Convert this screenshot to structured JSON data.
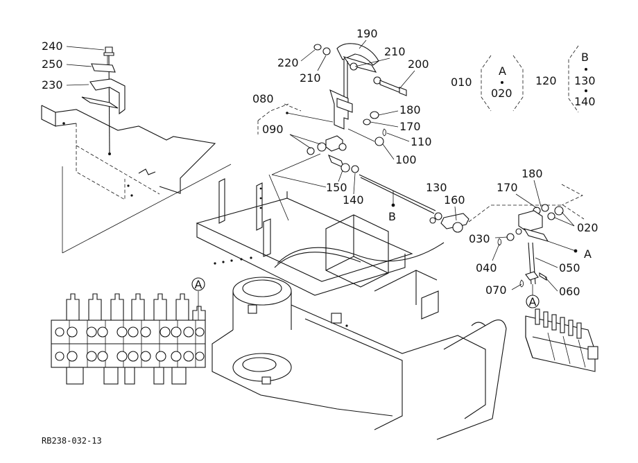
{
  "diagram": {
    "reference_code": "RB238-032-13",
    "part_labels": {
      "p240": "240",
      "p250": "250",
      "p230": "230",
      "p190": "190",
      "p220": "220",
      "p210a": "210",
      "p210b": "210",
      "p200": "200",
      "p080": "080",
      "p180a": "180",
      "p170a": "170",
      "p090": "090",
      "p110": "110",
      "p100": "100",
      "p150": "150",
      "p140": "140",
      "p130": "130",
      "p160": "160",
      "p180b": "180",
      "p170b": "170",
      "p020b": "020",
      "p030": "030",
      "p040": "040",
      "p050": "050",
      "p070": "070",
      "p060": "060"
    },
    "callouts": {
      "left": {
        "number": "010",
        "letter": "A",
        "item": "020"
      },
      "right": {
        "number": "120",
        "letter": "B",
        "item_top": "130",
        "item_bottom": "140"
      }
    },
    "markers": {
      "B_arrow": "B",
      "A_arrow": "A",
      "circle_left": "A",
      "circle_right": "A"
    }
  }
}
